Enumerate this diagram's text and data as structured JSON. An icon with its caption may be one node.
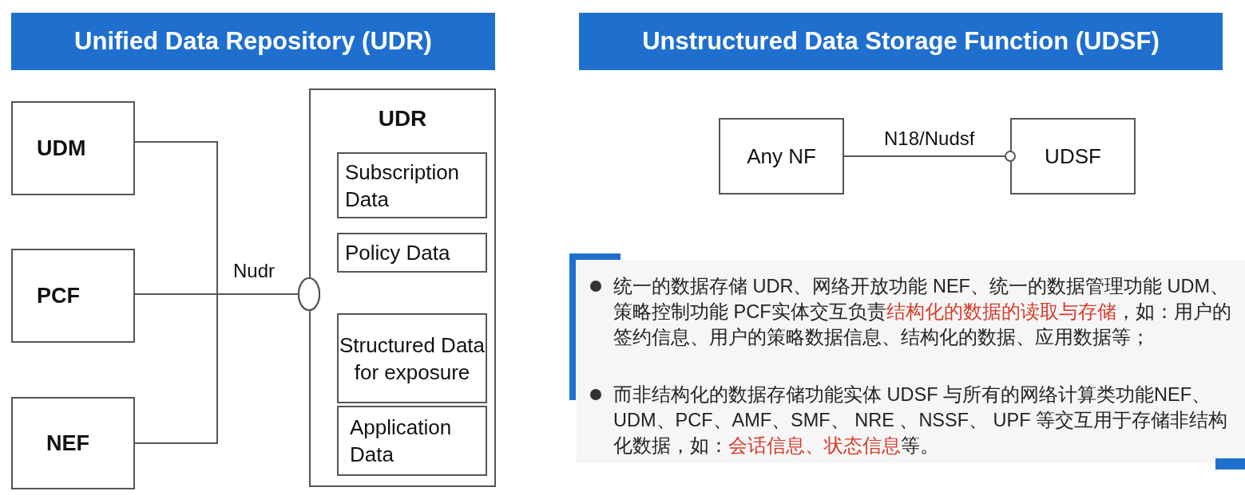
{
  "diagram": {
    "nodes": [
      {
        "text": [
          "UDM"
        ]
      },
      {
        "text": [
          "PCF"
        ]
      },
      {
        "text": [
          "NEF"
        ]
      },
      {
        "text": [
          "UDR"
        ]
      },
      {
        "text": [
          "Subscription Data"
        ],
        "in": 3
      },
      {
        "text": [
          "Policy Data"
        ],
        "in": 3
      },
      {
        "text": [
          "Structured Data for exposure"
        ],
        "in": 3
      },
      {
        "text": [
          "Application Data"
        ],
        "in": 3
      },
      {
        "text": [
          "Any NF"
        ]
      },
      {
        "text": [
          "UDSF"
        ]
      }
    ],
    "edges": [
      {
        "from": 0,
        "to": 3,
        "arrow": "other"
      },
      {
        "from": 1,
        "to": 3,
        "arrow": "other",
        "label": "Nudr"
      },
      {
        "from": 2,
        "to": 3,
        "arrow": "other"
      },
      {
        "from": 8,
        "to": 9,
        "arrow": "other",
        "label": "N18/Nudsf"
      }
    ],
    "labels": [
      "Unified Data Repository (UDR)",
      "Unstructured Data Storage  Function (UDSF)",
      "统一的数据存储 UDR、网络开放功能 NEF、统一的数据管理功能 UDM、策略控制功能 PCF实体交互负责**结构化的数据的读取与存储**，如：用户的签约信息、用户的策略数据信息、结构化的数据、应用数据等；",
      "而非结构化的数据存储功能实体 UDSF 与所有的网络计算类功能NEF、UDM、PCF、AMF、SMF、 NRE 、NSSF、 UPF 等交互用于存储非结构化数据，如：**会话信息、状态信息**等。"
    ]
  }
}
